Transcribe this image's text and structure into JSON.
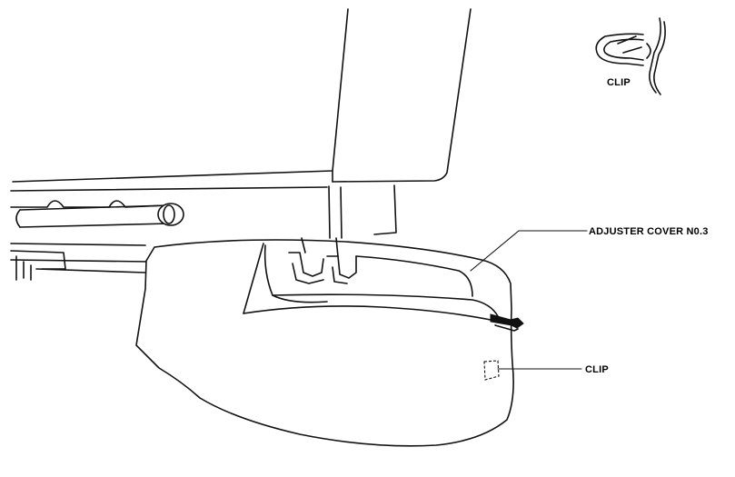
{
  "labels": {
    "clip_inset": "CLIP",
    "adjuster_cover": "ADJUSTER COVER N0.3",
    "clip_callout": "CLIP"
  }
}
